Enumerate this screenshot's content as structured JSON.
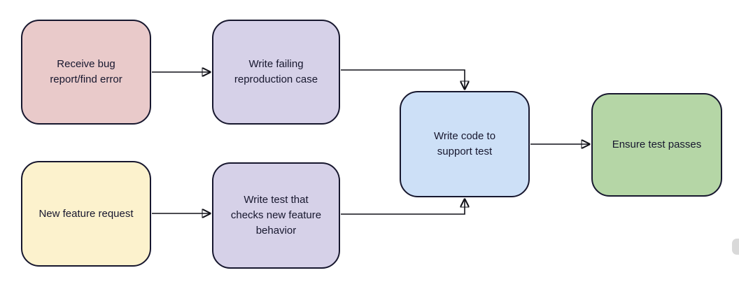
{
  "diagram": {
    "type": "flowchart",
    "nodes": [
      {
        "id": "receive-bug-report",
        "label": "Receive bug report/find error",
        "fill": "#e9caca"
      },
      {
        "id": "write-failing-repro",
        "label": "Write failing reproduction case",
        "fill": "#d6d1e8"
      },
      {
        "id": "new-feature-request",
        "label": "New feature request",
        "fill": "#fcf2cd"
      },
      {
        "id": "write-test-checks",
        "label": "Write test that checks new feature behavior",
        "fill": "#d6d1e8"
      },
      {
        "id": "write-code-support",
        "label": "Write code to support test",
        "fill": "#cde0f7"
      },
      {
        "id": "ensure-test-passes",
        "label": "Ensure test passes",
        "fill": "#b5d6a6"
      }
    ],
    "edges": [
      {
        "from": "receive-bug-report",
        "to": "write-failing-repro"
      },
      {
        "from": "write-failing-repro",
        "to": "write-code-support"
      },
      {
        "from": "new-feature-request",
        "to": "write-test-checks"
      },
      {
        "from": "write-test-checks",
        "to": "write-code-support"
      },
      {
        "from": "write-code-support",
        "to": "ensure-test-passes"
      }
    ],
    "colors": {
      "background": "#ffffff",
      "node_border": "#17172e",
      "text": "#17172e",
      "arrow": "#111118",
      "cutoff_shape": "#d9d9d9"
    }
  }
}
